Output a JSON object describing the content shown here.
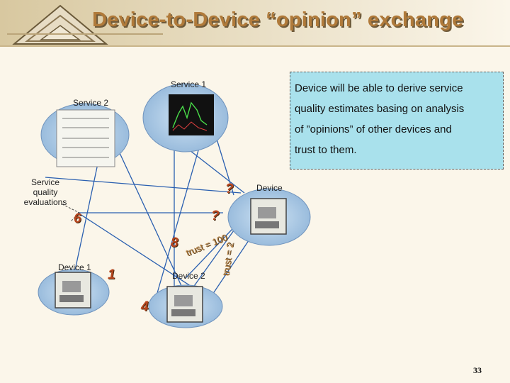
{
  "title": "Device-to-Device “opinion” exchange",
  "callout_lines": [
    "Device will be able to derive service",
    "quality estimates basing on analysis",
    "of ”opinions” of other devices and",
    "trust to them."
  ],
  "labels": {
    "service1": "Service 1",
    "service2": "Service 2",
    "service_quality": [
      "Service",
      "quality",
      "evaluations"
    ],
    "device": "Device",
    "device1": "Device 1",
    "device2": "Device 2"
  },
  "numbers": {
    "six": "6",
    "eight": "8",
    "one": "1",
    "four": "4",
    "q1": "?",
    "q2": "?"
  },
  "trust_labels": {
    "trust_100": "trust = 100",
    "trust_2": "trust = 2"
  },
  "page_number": "33",
  "colors": {
    "title": "#b07a3a",
    "callout_bg": "#a9e1ec",
    "numbers": "#b8461e",
    "lines": "#2a5fb0",
    "cloud": "#a9c9e6"
  }
}
